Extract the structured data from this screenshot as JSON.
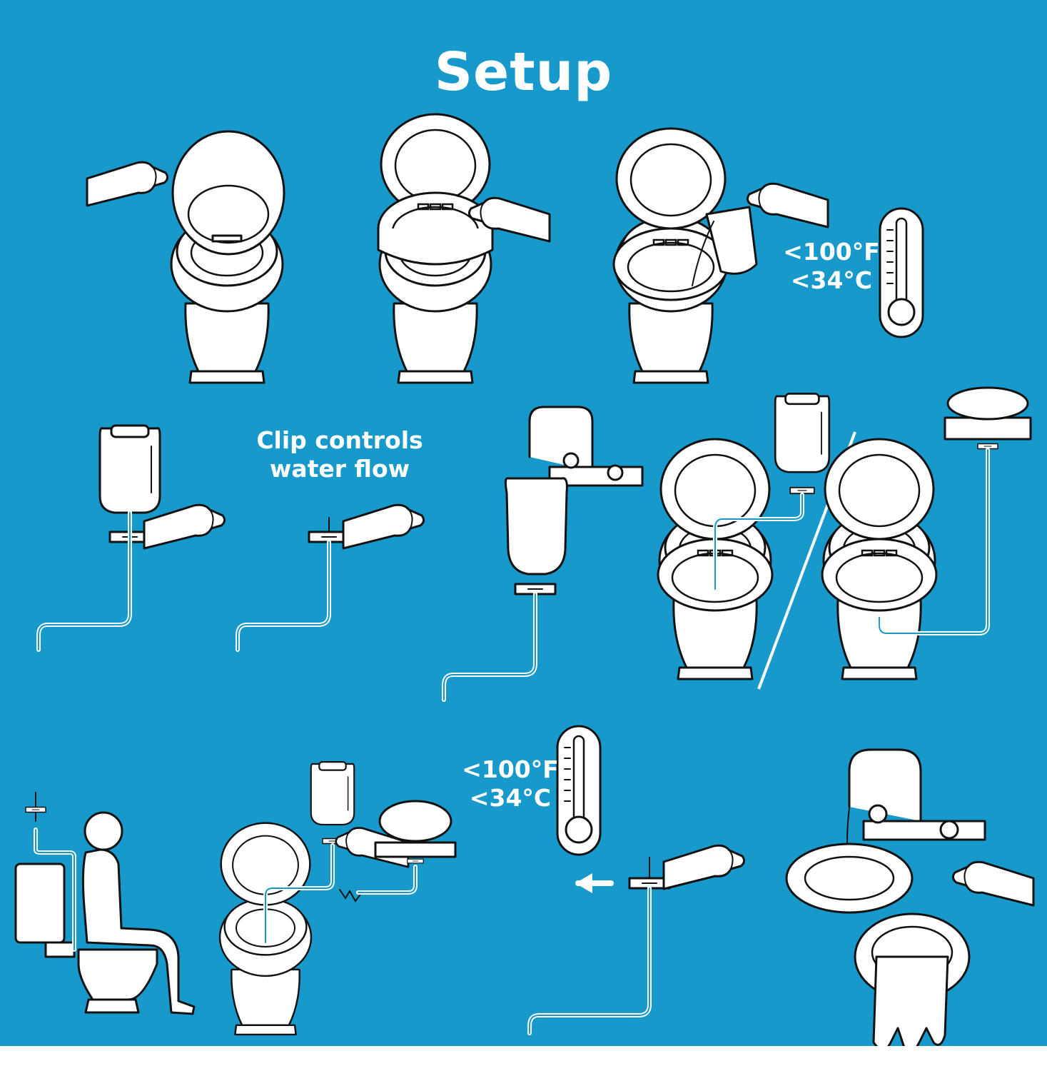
{
  "title": "Setup",
  "labels": {
    "temp_top_f": "<100°F",
    "temp_top_c": "<34°C",
    "clip_line1": "Clip controls",
    "clip_line2": "water flow",
    "temp_bottom_f": "<100°F",
    "temp_bottom_c": "<34°C"
  },
  "colors": {
    "background": "#1899cb",
    "foreground": "#ffffff",
    "outline": "#111111"
  }
}
